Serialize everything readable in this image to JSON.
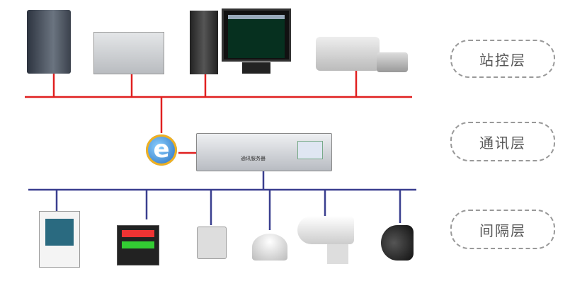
{
  "layers": [
    {
      "label": "站控层"
    },
    {
      "label": "通讯层"
    },
    {
      "label": "间隔层"
    }
  ],
  "server": {
    "label": "通讯服务器"
  },
  "colors": {
    "station_bus": "#e02020",
    "bay_bus": "#3a3f8f",
    "layer_border": "#999999"
  }
}
